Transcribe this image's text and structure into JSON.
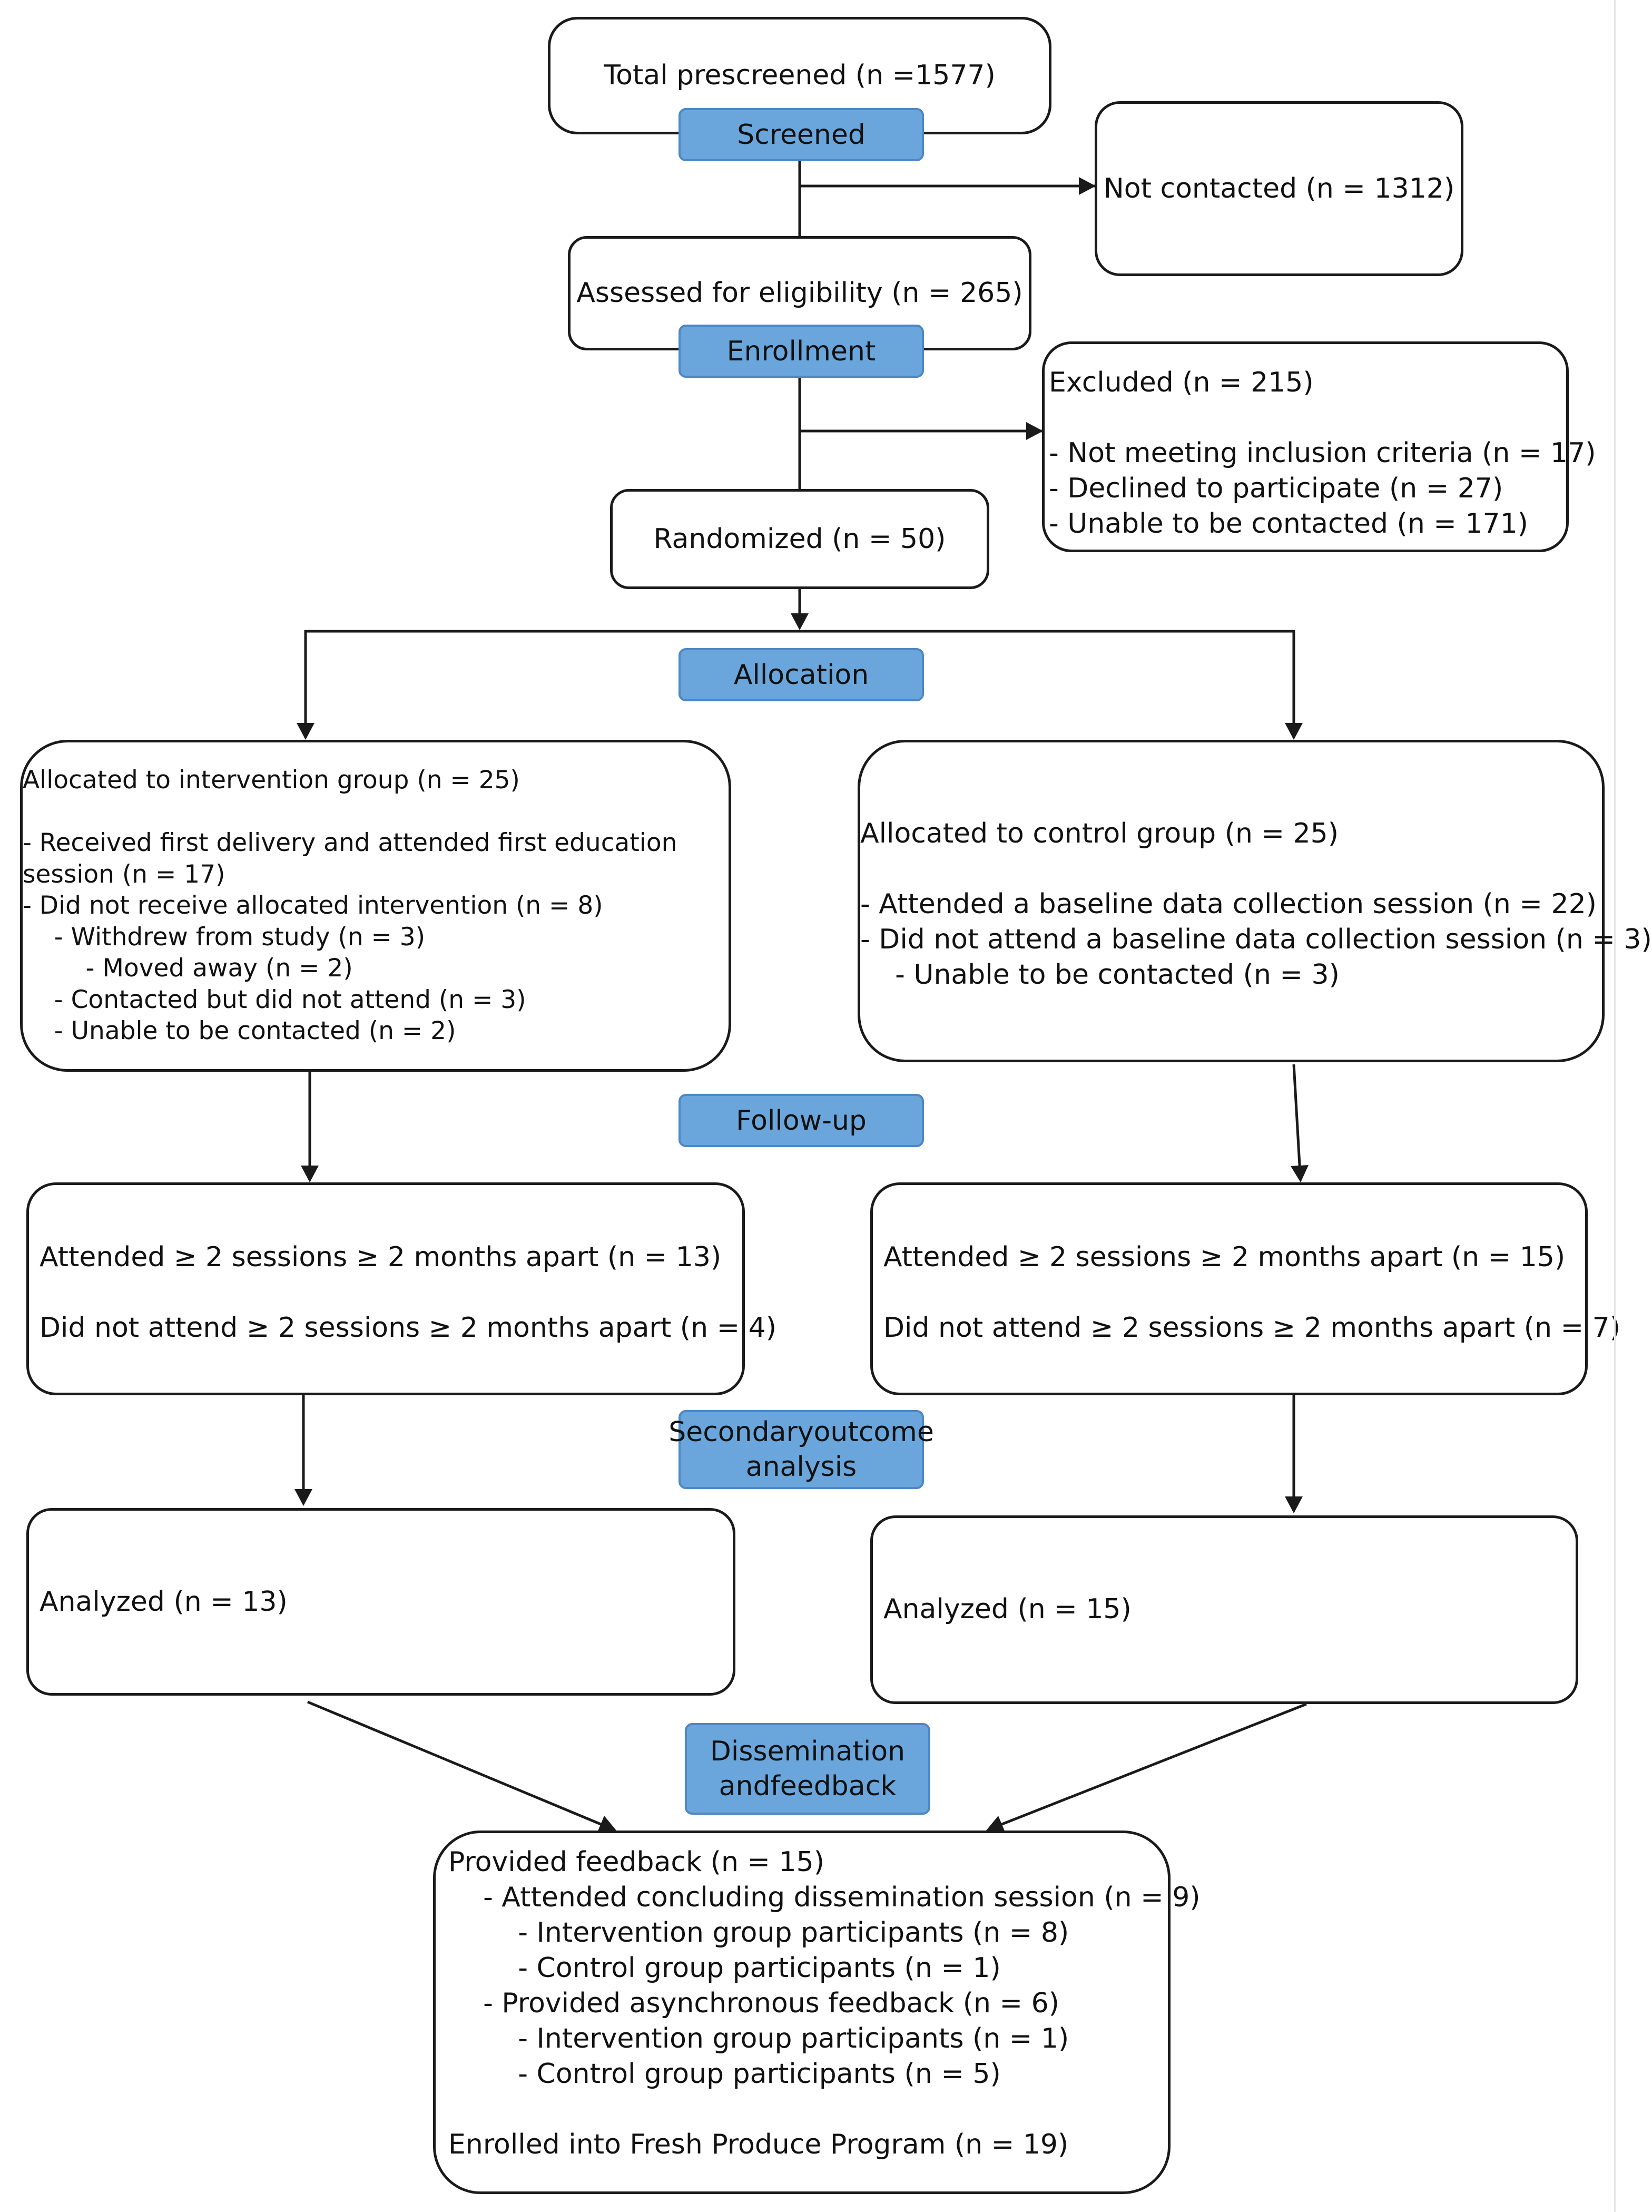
{
  "nodes": {
    "prescreened": {
      "lines": [
        "Total prescreened (n =1577)"
      ]
    },
    "not_contacted": {
      "lines": [
        "Not contacted (n = 1312)"
      ]
    },
    "assessed": {
      "lines": [
        "Assessed for eligibility (n = 265)"
      ]
    },
    "excluded": {
      "lines": [
        "Excluded (n = 215)",
        "",
        "- Not meeting inclusion criteria (n = 17)",
        "- Declined to participate (n = 27)",
        "- Unable to be contacted (n = 171)"
      ]
    },
    "randomized": {
      "lines": [
        "Randomized (n = 50)"
      ]
    },
    "intervention": {
      "lines": [
        "Allocated to intervention group (n = 25)",
        "",
        "- Received first delivery and attended first education",
        "session (n = 17)",
        "- Did not receive allocated intervention (n = 8)",
        "    - Withdrew from study (n = 3)",
        "        - Moved away (n = 2)",
        "    - Contacted but did not attend (n = 3)",
        "    - Unable to be contacted (n = 2)"
      ]
    },
    "control": {
      "lines": [
        "Allocated to control group (n = 25)",
        "",
        "- Attended a baseline data collection session (n = 22)",
        "- Did not attend a baseline data collection session (n = 3)",
        "    - Unable to be contacted (n = 3)"
      ]
    },
    "followup_intervention": {
      "lines": [
        "Attended ≥ 2 sessions ≥ 2 months apart (n = 13)",
        "",
        "Did not attend ≥ 2 sessions ≥ 2 months apart (n = 4)"
      ]
    },
    "followup_control": {
      "lines": [
        "Attended ≥ 2 sessions ≥ 2 months apart (n = 15)",
        "",
        "Did not attend ≥ 2 sessions ≥ 2 months apart (n = 7)"
      ]
    },
    "analyzed_intervention": {
      "lines": [
        "Analyzed (n = 13)"
      ]
    },
    "analyzed_control": {
      "lines": [
        "Analyzed (n = 15)"
      ]
    },
    "feedback": {
      "lines": [
        "Provided feedback (n = 15)",
        "    - Attended concluding dissemination session (n = 9)",
        "        - Intervention group participants (n = 8)",
        "        - Control group participants (n = 1)",
        "    - Provided asynchronous feedback (n = 6)",
        "        - Intervention group participants (n = 1)",
        "        - Control group participants (n = 5)",
        "",
        "Enrolled into Fresh Produce Program (n = 19)"
      ]
    }
  },
  "stages": {
    "screened": {
      "lines": [
        "Screened"
      ]
    },
    "enrollment": {
      "lines": [
        "Enrollment"
      ]
    },
    "allocation": {
      "lines": [
        "Allocation"
      ]
    },
    "followup": {
      "lines": [
        "Follow-up"
      ]
    },
    "secondary": {
      "lines": [
        "Secondary",
        "outcome analysis"
      ]
    },
    "dissemination": {
      "lines": [
        "Dissemination and",
        "feedback"
      ]
    }
  },
  "colors": {
    "stage_fill": "#6aa6dc",
    "stage_border": "#4d87c4",
    "line": "#1a1a1a"
  }
}
